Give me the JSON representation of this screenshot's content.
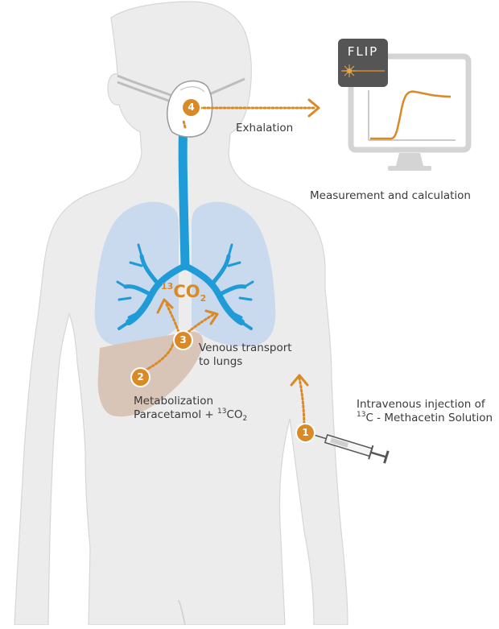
{
  "colors": {
    "body": "#ececec",
    "body_outline": "#cccccc",
    "lungs": "#c9d9ee",
    "airways": "#1f9bd7",
    "liver": "#d9c5b8",
    "accent": "#d98a26",
    "monitor": "#d4d4d4",
    "logo_bg": "#555555"
  },
  "logo": {
    "text": "FLIP"
  },
  "steps": [
    {
      "number": "1",
      "label_line1": "Intravenous injection of",
      "label_iso": "13",
      "label_line2": "C - Methacetin Solution"
    },
    {
      "number": "2",
      "label_line1": "Metabolization",
      "label_line2_prefix": "Paracetamol + ",
      "label_iso": "13",
      "label_molecule": "CO",
      "label_sub": "2"
    },
    {
      "number": "3",
      "label_line1": "Venous transport",
      "label_line2": "to lungs"
    },
    {
      "number": "4",
      "label": "Exhalation"
    }
  ],
  "measurement_label": "Measurement and calculation",
  "co2_marker": {
    "iso": "13",
    "molecule": "CO",
    "sub": "2"
  }
}
